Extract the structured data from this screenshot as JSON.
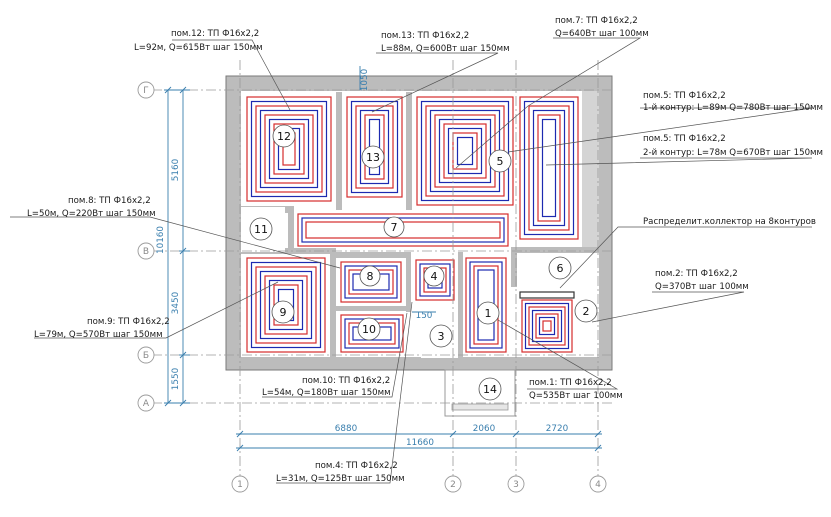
{
  "drawing": {
    "axes_letters": [
      "Г",
      "В",
      "Б",
      "А"
    ],
    "axes_numbers": [
      "1",
      "2",
      "3",
      "4"
    ],
    "dimensions": {
      "left_total": "10160",
      "left_segments": [
        "5160",
        "3450",
        "1550"
      ],
      "bottom_segments": [
        "6880",
        "2060",
        "2720"
      ],
      "bottom_total": "11660",
      "top_small": "1050",
      "inner_small": "150"
    },
    "rooms": [
      "1",
      "2",
      "3",
      "4",
      "5",
      "6",
      "7",
      "8",
      "9",
      "10",
      "11",
      "12",
      "13",
      "14"
    ],
    "callouts": [
      {
        "id": "room12",
        "lines": [
          "пом.12: ТП Ф16х2,2",
          "L=92м, Q=615Вт шаг 150мм"
        ]
      },
      {
        "id": "room13",
        "lines": [
          "пом.13: ТП Ф16х2,2",
          "L=88м, Q=600Вт шаг 150мм"
        ]
      },
      {
        "id": "room7",
        "lines": [
          "пом.7: ТП Ф16х2,2",
          "Q=640Вт шаг 100мм"
        ]
      },
      {
        "id": "room5a",
        "lines": [
          "пом.5: ТП Ф16х2,2",
          "1-й контур: L=89м Q=780Вт шаг 150мм"
        ]
      },
      {
        "id": "room5b",
        "lines": [
          "пом.5: ТП Ф16х2,2",
          "2-й контур: L=78м Q=670Вт шаг 150мм"
        ]
      },
      {
        "id": "manifold",
        "lines": [
          "Распределит.коллектор на 8контуров"
        ]
      },
      {
        "id": "room2",
        "lines": [
          "пом.2: ТП Ф16х2,2",
          "Q=370Вт шаг 100мм"
        ]
      },
      {
        "id": "room8",
        "lines": [
          "пом.8: ТП Ф16х2,2",
          "L=50м, Q=220Вт шаг 150мм"
        ]
      },
      {
        "id": "room9",
        "lines": [
          "пом.9: ТП Ф16х2,2",
          "L=79м, Q=570Вт шаг 150мм"
        ]
      },
      {
        "id": "room10",
        "lines": [
          "пом.10: ТП Ф16х2,2",
          "L=54м, Q=180Вт шаг 150мм"
        ]
      },
      {
        "id": "room1",
        "lines": [
          "пом.1: ТП Ф16х2,2",
          "Q=535Вт шаг 100мм"
        ]
      },
      {
        "id": "room4",
        "lines": [
          "пом.4: ТП Ф16х2,2",
          "L=31м, Q=125Вт шаг 150мм"
        ]
      }
    ]
  },
  "colors": {
    "wall": "#bcbcbc",
    "supply": "#d62c2c",
    "return": "#1d2ab0",
    "dimension": "#3a7fae",
    "axis": "#8a8a8a",
    "leader": "#555555"
  }
}
